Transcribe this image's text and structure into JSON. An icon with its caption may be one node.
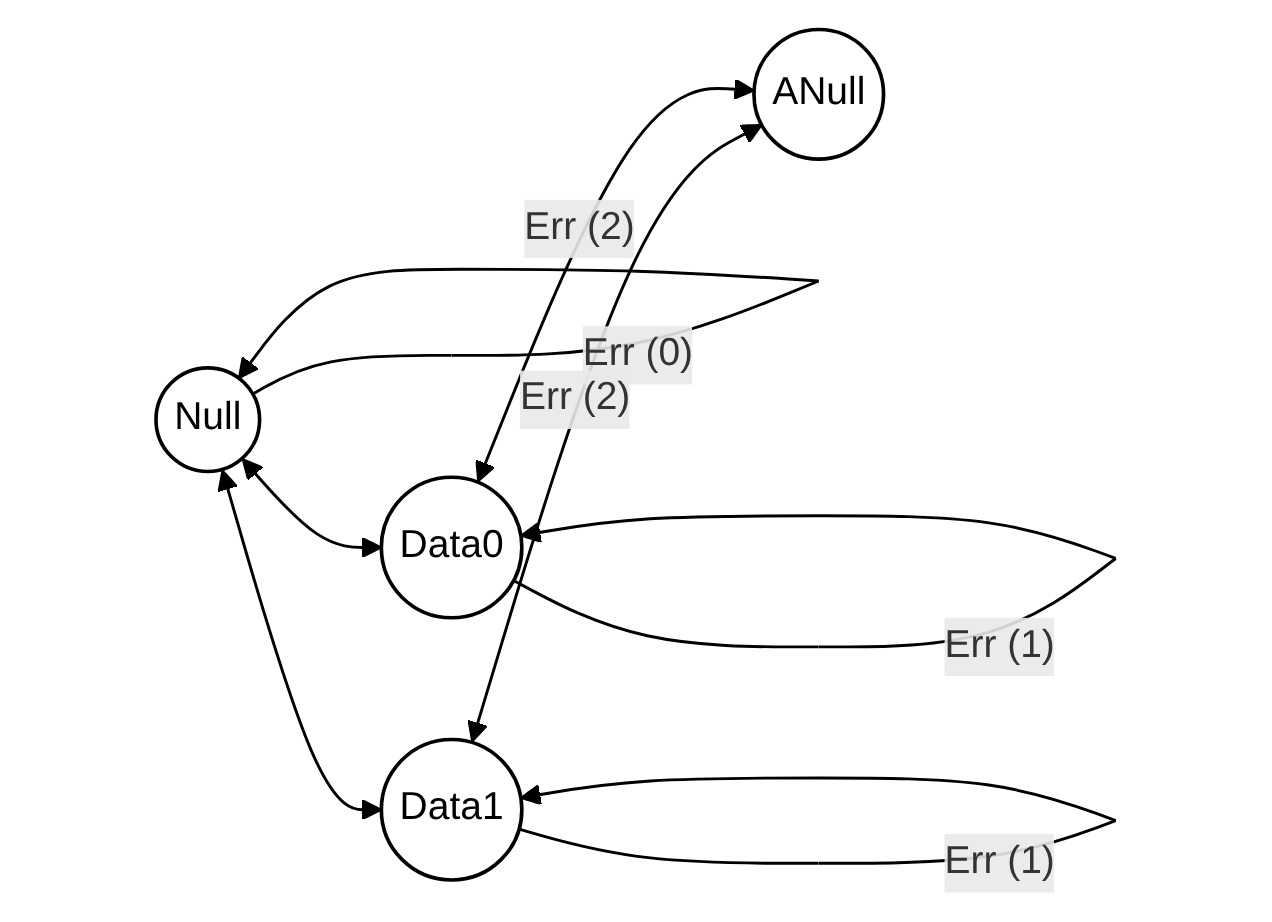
{
  "diagram": {
    "nodes": [
      {
        "text": [
          "Null"
        ]
      },
      {
        "text": [
          "Data0"
        ]
      },
      {
        "text": [
          "Data1"
        ]
      },
      {
        "text": [
          "ANull"
        ]
      }
    ],
    "edges": [
      {
        "from": 0,
        "to": 0,
        "arrow": "to",
        "label": "Err (0)"
      },
      {
        "from": 0,
        "to": 1,
        "arrow": "both"
      },
      {
        "from": 0,
        "to": 2,
        "arrow": "both"
      },
      {
        "from": 1,
        "to": 1,
        "arrow": "to",
        "label": "Err (1)"
      },
      {
        "from": 2,
        "to": 2,
        "arrow": "to",
        "label": "Err (1)"
      },
      {
        "from": 2,
        "to": 3,
        "arrow": "both",
        "label": "Err (2)"
      },
      {
        "from": 1,
        "to": 3,
        "arrow": "both",
        "label": "Err (2)"
      }
    ]
  }
}
